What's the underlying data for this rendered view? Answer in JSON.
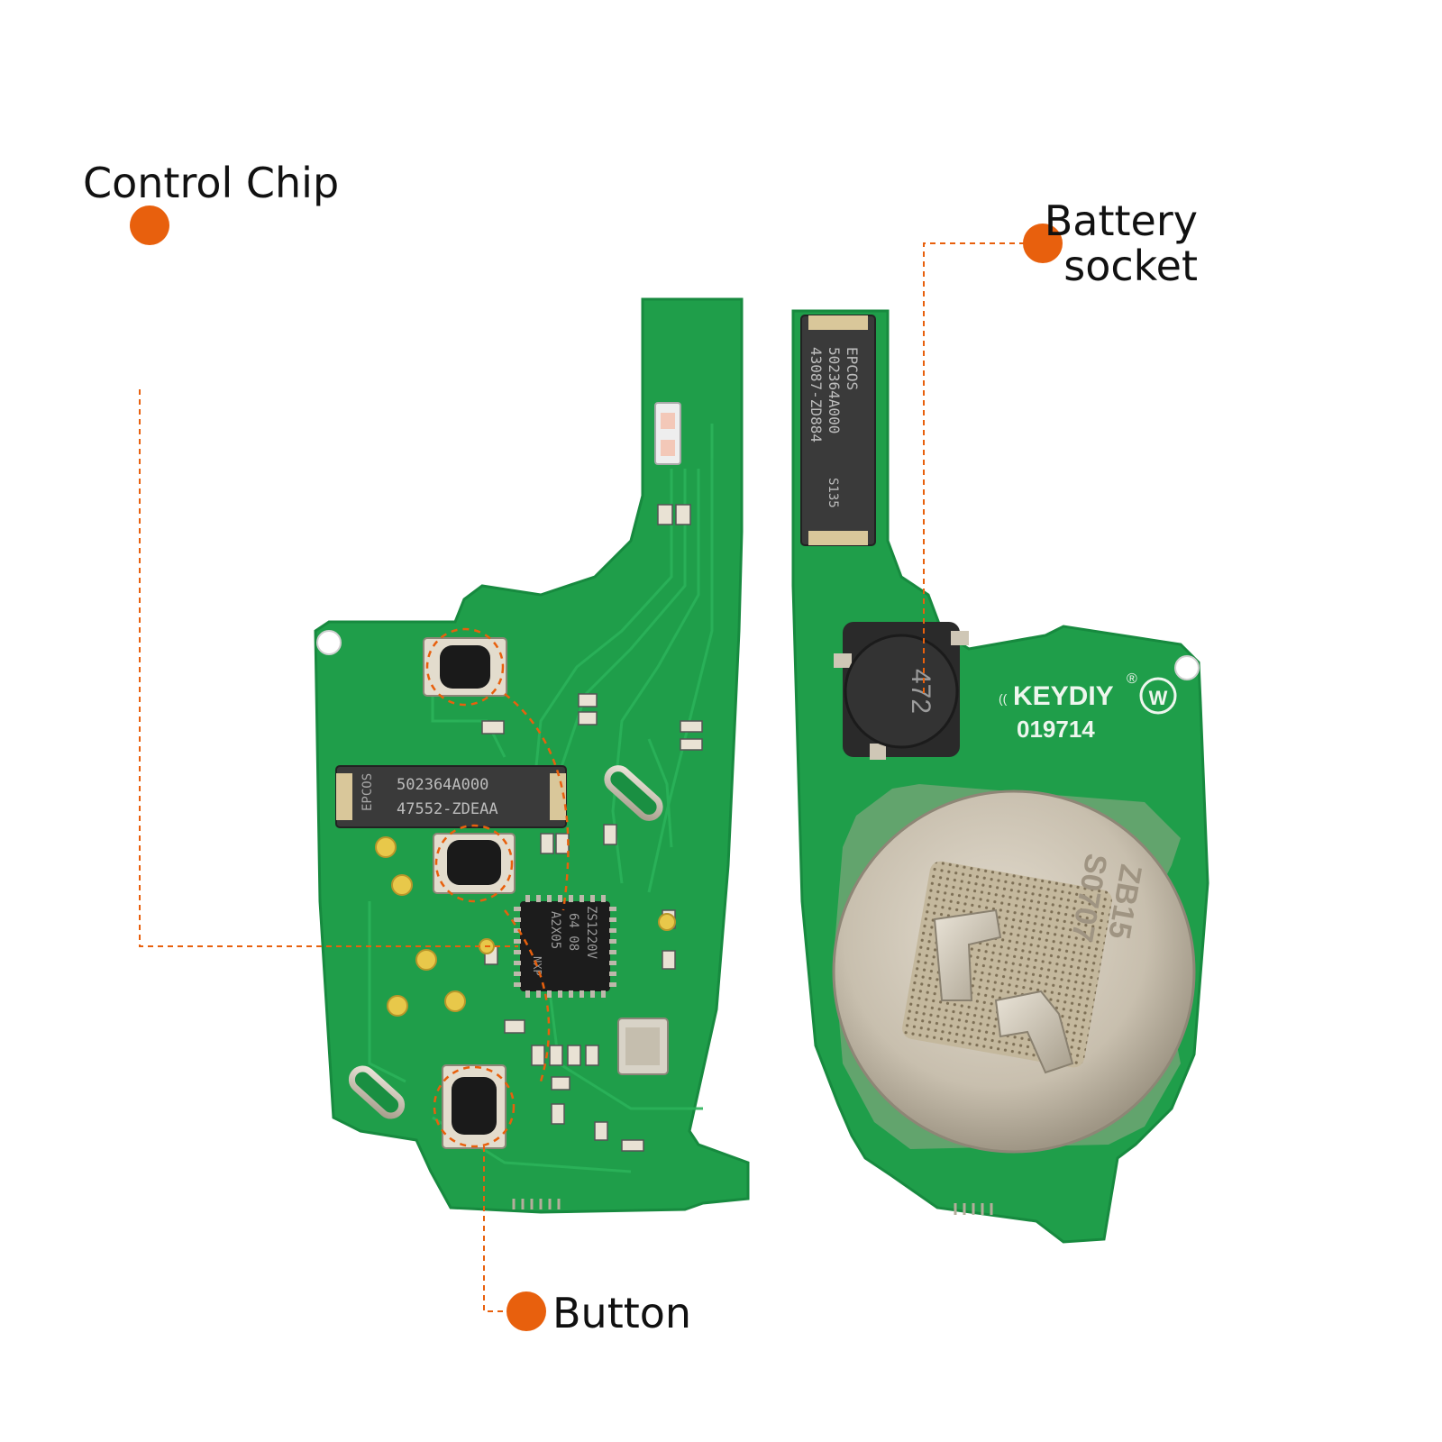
{
  "callouts": {
    "control_chip": "Control Chip",
    "battery_socket_line1": "Battery",
    "battery_socket_line2": "socket",
    "button": "Button"
  },
  "board_markings": {
    "brand": "KEYDIY",
    "registered": "®",
    "w_mark": "W",
    "serial": "019714",
    "inductor_code": "472",
    "coil_left_line1": "502364A000",
    "coil_left_line2": "47552-ZDEAA",
    "coil_left_side": "EPCOS",
    "coil_right_line1": "502364A000",
    "coil_right_line2": "43087-ZD884",
    "coil_right_top": "EPCOS",
    "coil_right_bottom": "S135",
    "chip_line1": "ZS1220V",
    "chip_line2": "64 08",
    "chip_line3": "A2X05",
    "chip_brand": "NXP",
    "battery_line1": "ZB15",
    "battery_line2": "S0707"
  },
  "colors": {
    "accent_orange": "#e8600d",
    "pcb_green": "#1f9e4a",
    "pcb_green_dark": "#16873c",
    "silver": "#c9c3b6",
    "text": "#111111"
  }
}
